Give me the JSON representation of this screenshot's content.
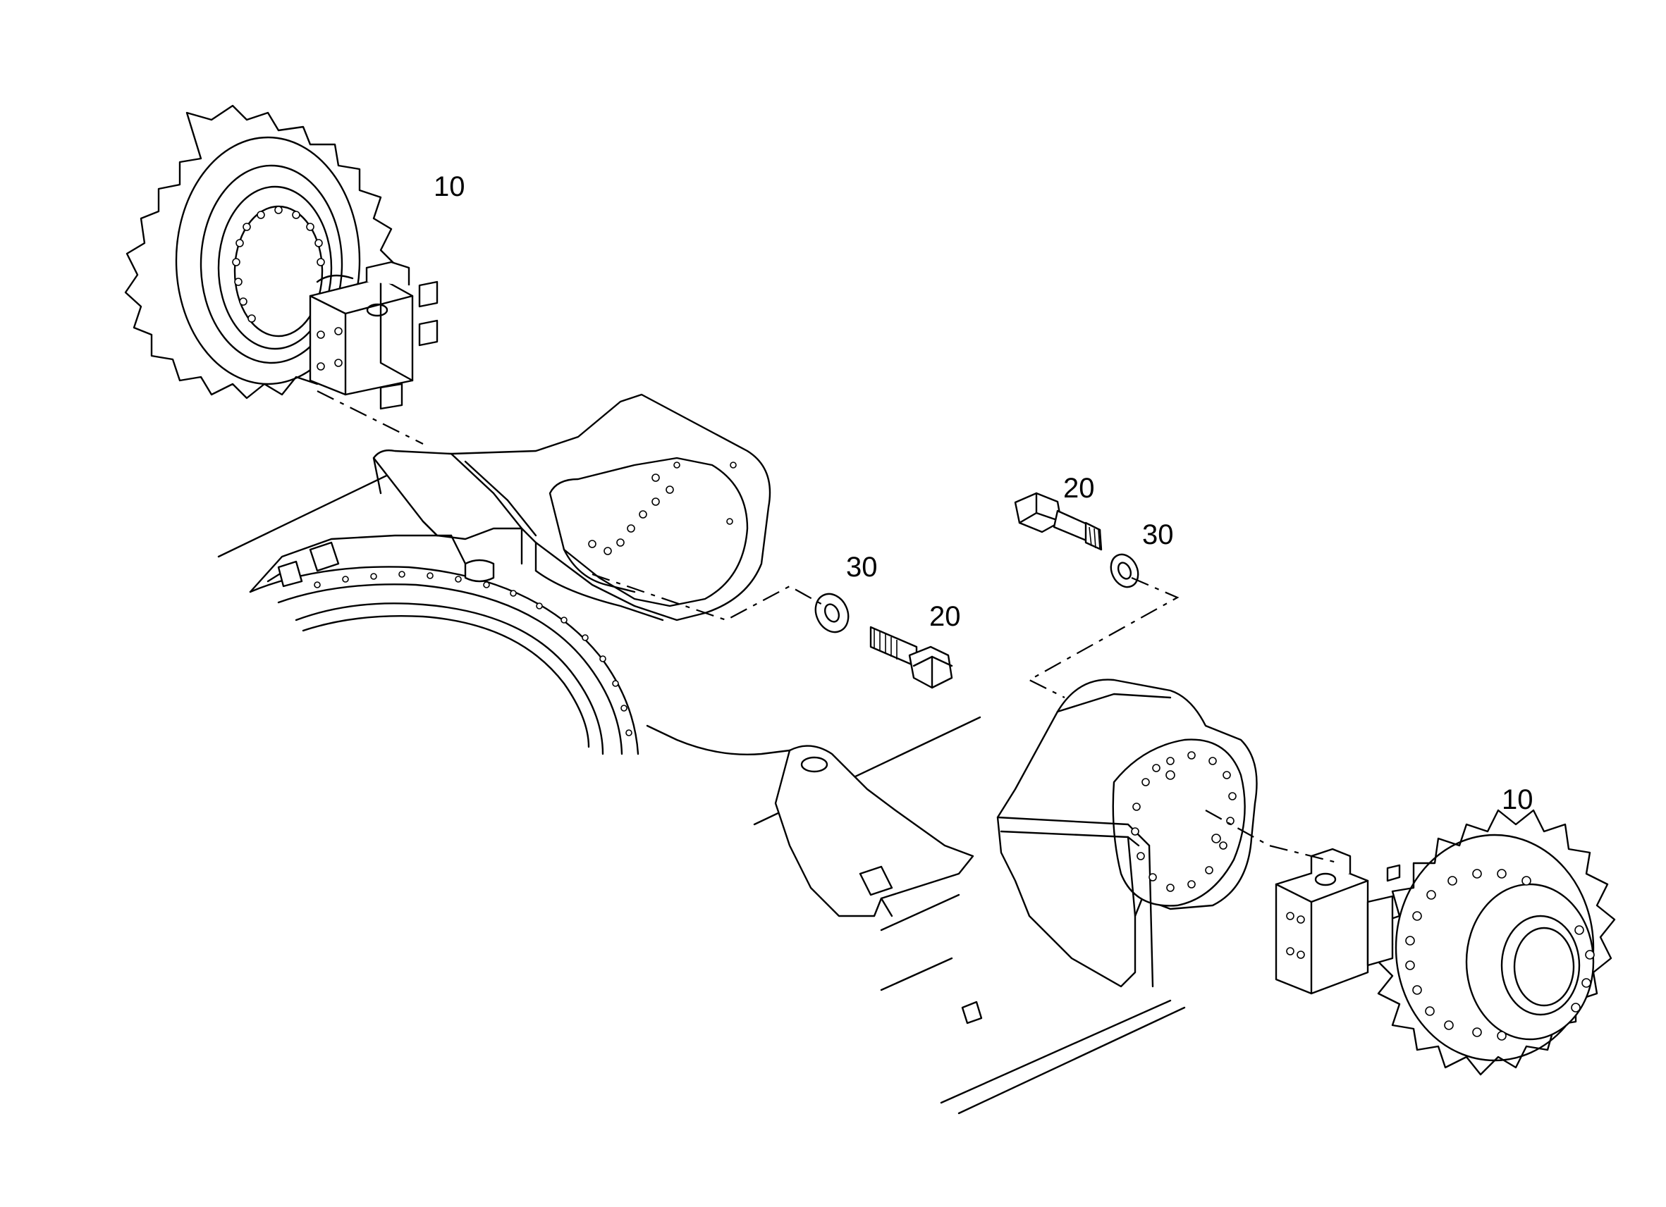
{
  "callouts": {
    "drive_left": "10",
    "bolt_upper": "20",
    "washer_upper": "30",
    "washer_lower": "30",
    "bolt_lower": "20",
    "drive_right": "10"
  }
}
